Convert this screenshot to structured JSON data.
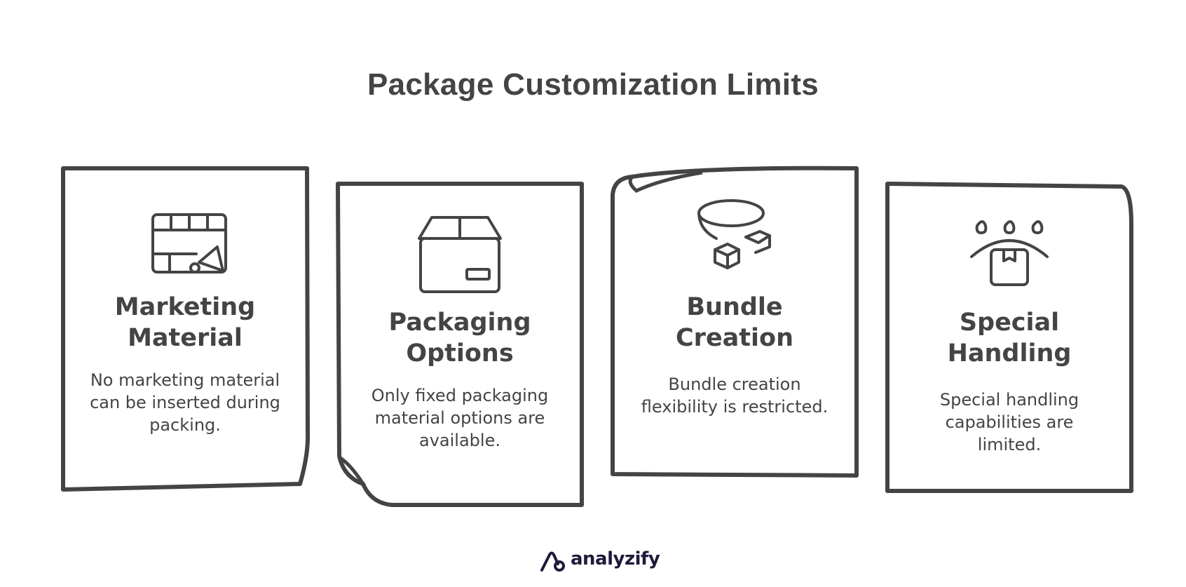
{
  "title": "Package Customization Limits",
  "cards": [
    {
      "heading_line1": "Marketing",
      "heading_line2": "Material",
      "description": "No marketing material can be inserted during packing.",
      "icon": "billboard-megaphone-icon"
    },
    {
      "heading_line1": "Packaging",
      "heading_line2": "Options",
      "description": "Only fixed packaging material options are available.",
      "icon": "box-icon"
    },
    {
      "heading_line1": "Bundle",
      "heading_line2": "Creation",
      "description": "Bundle creation flexibility is restricted.",
      "icon": "bundle-icon"
    },
    {
      "heading_line1": "Special",
      "heading_line2": "Handling",
      "description": "Special handling capabilities are limited.",
      "icon": "protected-package-icon"
    }
  ],
  "brand": {
    "name": "analyzify",
    "color": "#1d1b3a"
  },
  "colors": {
    "ink": "#444444",
    "background": "#ffffff"
  }
}
